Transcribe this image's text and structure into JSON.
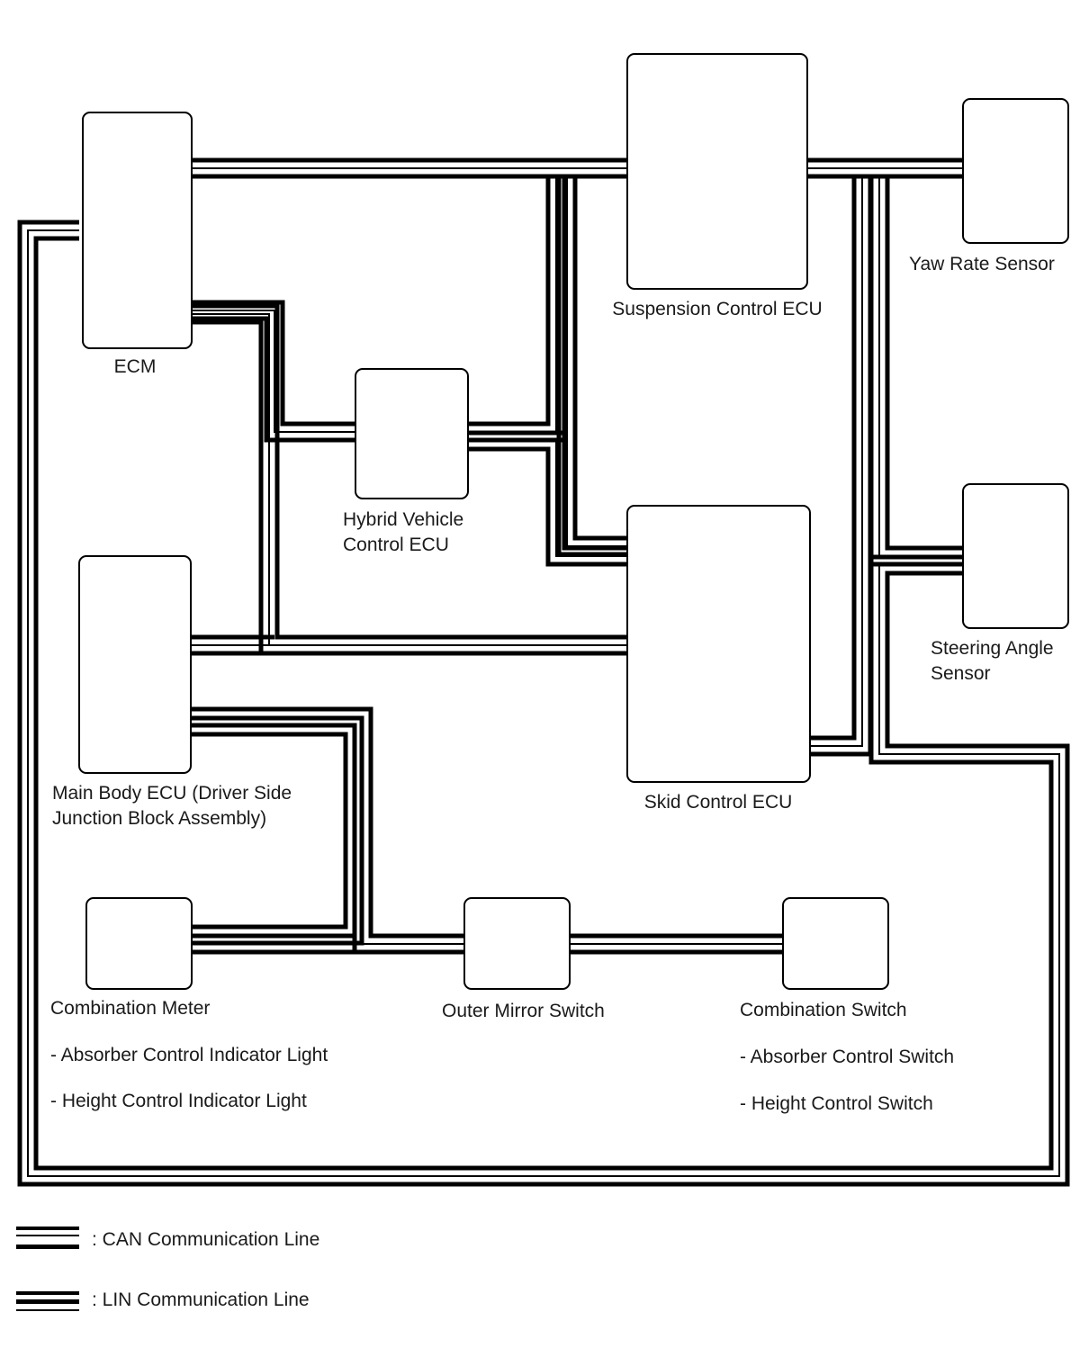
{
  "nodes": {
    "ecm": "ECM",
    "suspension": "Suspension Control ECU",
    "yaw": "Yaw Rate Sensor",
    "hybrid": [
      "Hybrid Vehicle",
      "Control ECU"
    ],
    "main_body": [
      "Main Body ECU (Driver Side",
      "Junction Block Assembly)"
    ],
    "skid": "Skid Control ECU",
    "steering": [
      "Steering Angle",
      "Sensor"
    ],
    "meter": "Combination Meter",
    "mirror": "Outer Mirror Switch",
    "comb_switch": "Combination Switch"
  },
  "notes": {
    "meter": [
      "- Absorber Control Indicator Light",
      "- Height Control Indicator Light"
    ],
    "comb_switch": [
      "- Absorber Control Switch",
      "- Height Control Switch"
    ]
  },
  "legend": {
    "can": ": CAN Communication Line",
    "lin": ": LIN Communication Line"
  },
  "colors": {
    "line": "#000000",
    "background": "#ffffff"
  }
}
